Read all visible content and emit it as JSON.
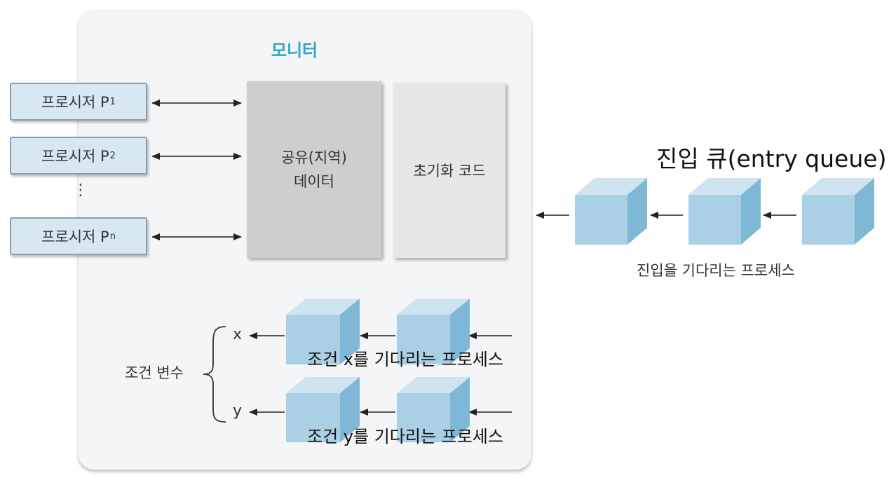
{
  "monitor": {
    "title": "모니터",
    "shared_data_line1": "공유(지역)",
    "shared_data_line2": "데이터",
    "init_code": "초기화 코드"
  },
  "processes": [
    {
      "label": "프로시저 P",
      "sub": "1"
    },
    {
      "label": "프로시저 P",
      "sub": "2"
    },
    {
      "label": "프로시저 P",
      "sub": "n"
    }
  ],
  "ellipsis": "⋮",
  "entry_queue": {
    "title": "진입 큐(entry queue)",
    "caption": "진입을 기다리는 프로세스"
  },
  "condition": {
    "label": "조건 변수",
    "x_name": "x",
    "y_name": "y",
    "x_caption": "조건 x를 기다리는 프로세스",
    "y_caption": "조건 y를 기다리는 프로세스"
  },
  "colors": {
    "accent": "#2ea6c8",
    "cube_front": "#a9d0e4",
    "cube_top": "#cfe4f0",
    "cube_side": "#7fb8d6"
  }
}
